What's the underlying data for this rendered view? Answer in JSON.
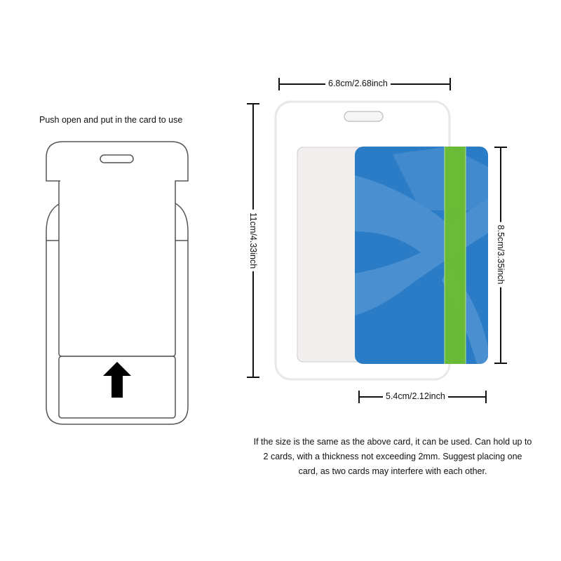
{
  "left_panel": {
    "instruction": "Push open and put in the card to use"
  },
  "dimensions": {
    "holder_width": "6.8cm/2.68inch",
    "holder_height": "11cm/4.33inch",
    "card_height": "8.5cm/3.35inch",
    "card_width": "5.4cm/2.12inch"
  },
  "note": {
    "lines": [
      "If the size is the same as the above card, it can be used. Can hold up to",
      "2 cards, with a thickness not exceeding 2mm. Suggest placing one",
      "card, as two cards may interfere with each other."
    ]
  },
  "colors": {
    "card_blue": "#2a7cc7",
    "card_light": "#4a90d0",
    "stripe_green": "#6fbf2a"
  }
}
